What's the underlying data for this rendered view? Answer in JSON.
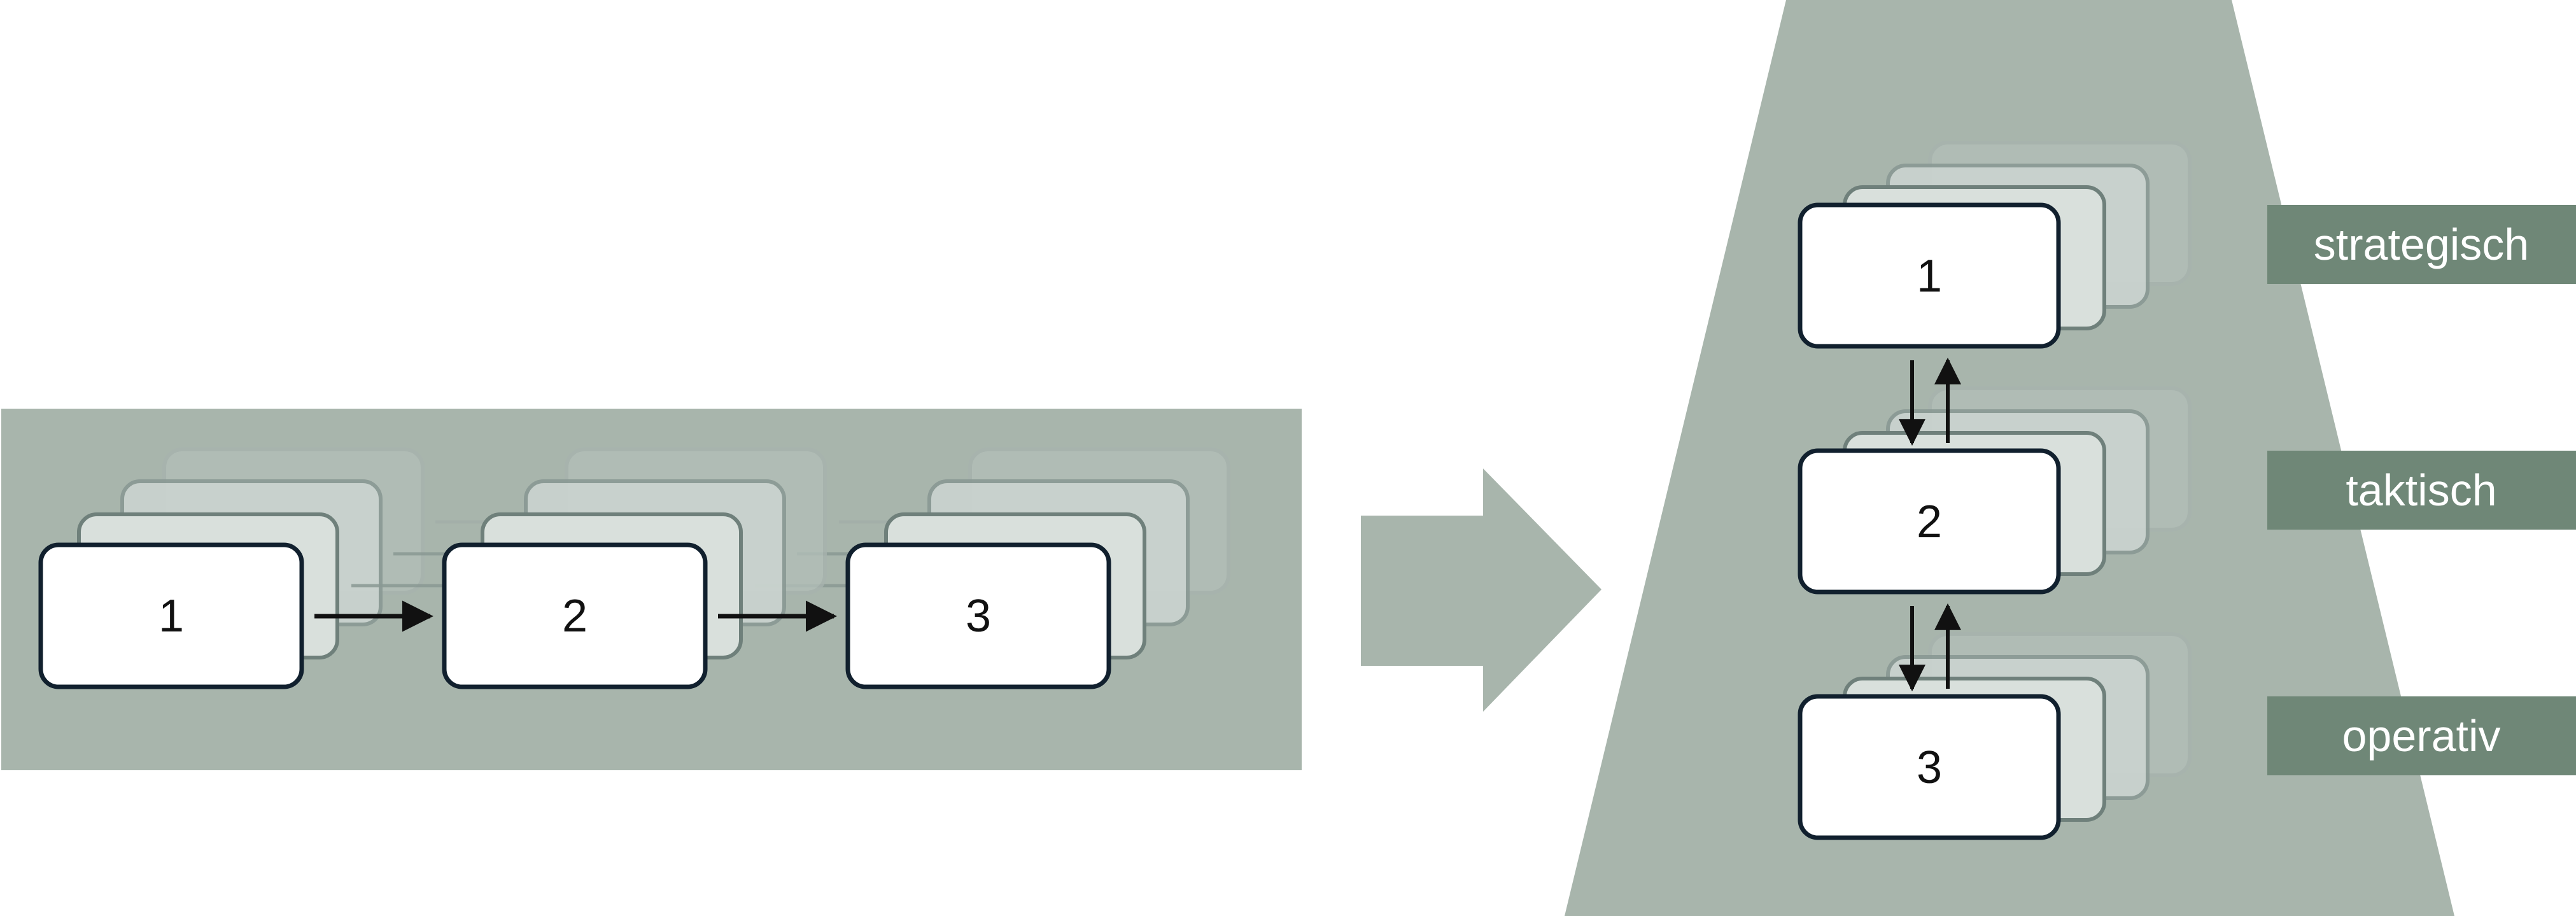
{
  "colors": {
    "panel": "#a8b5ac",
    "tag": "#6f8777",
    "box_stroke": "#11202e",
    "box_fill": "#ffffff",
    "ghost_fill": "#d9e0dc",
    "ghost_stroke": "#7c8b87",
    "arrow": "#111111"
  },
  "sequential": {
    "boxes": [
      "1",
      "2",
      "3"
    ]
  },
  "hierarchical": {
    "boxes": [
      "1",
      "2",
      "3"
    ],
    "tags": [
      "strategisch",
      "taktisch",
      "operativ"
    ]
  }
}
